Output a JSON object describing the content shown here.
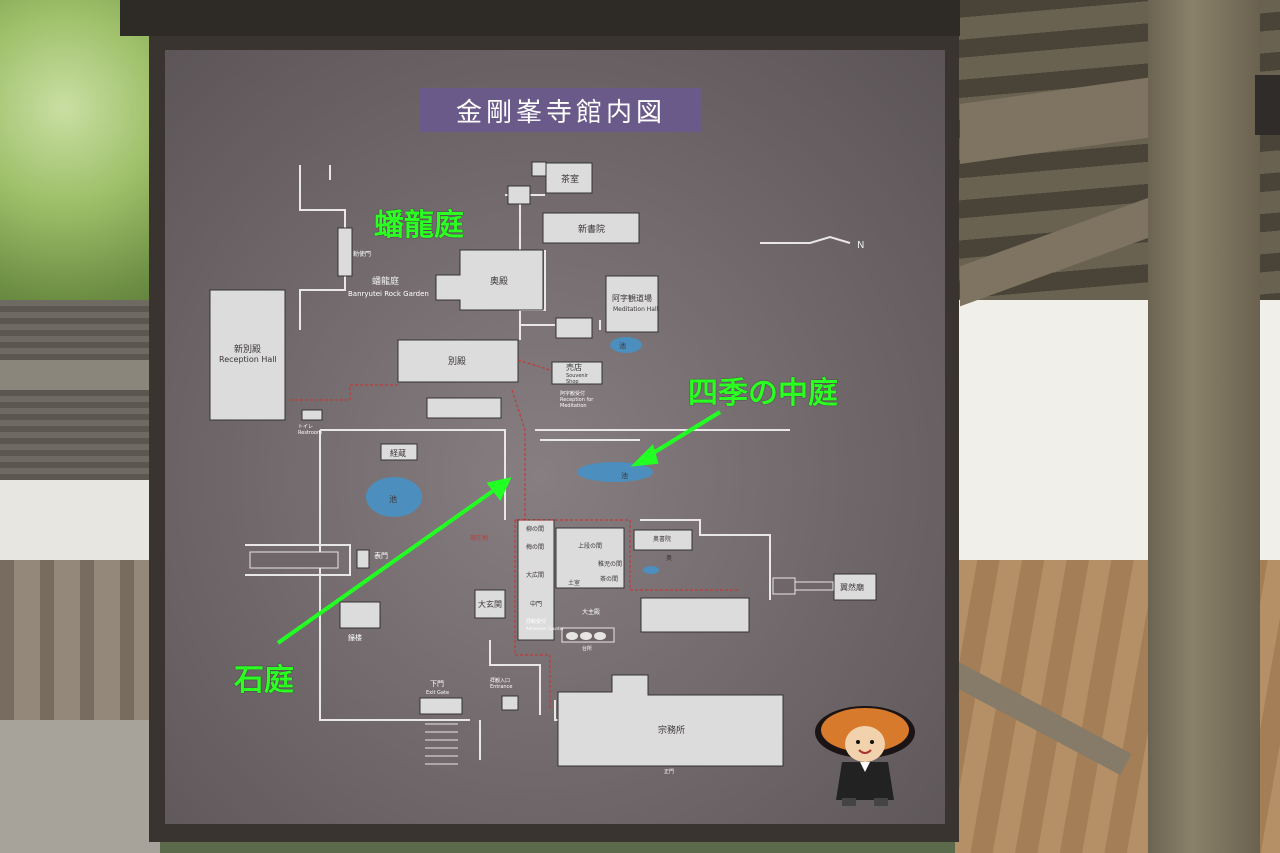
{
  "sign": {
    "title": "金剛峯寺館内図",
    "north_label": "N"
  },
  "annotations": {
    "banryutei": "蟠龍庭",
    "shiki_no_nakaniwa": "四季の中庭",
    "sekitei": "石庭"
  },
  "map_labels": {
    "chashitsu": "茶室",
    "shinshoin": "新書院",
    "okuden": "奥殿",
    "chokushimon": "勅使門",
    "banryutei_jp": "蟠龍庭",
    "banryutei_en": "Banryutei Rock Garden",
    "ajikan_jp": "阿字観道場",
    "ajikan_en": "Meditation Hall",
    "pond": "池",
    "shinbetsuden_jp": "新別殿",
    "shinbetsuden_en": "Reception Hall",
    "betsuden": "別殿",
    "shop_jp": "売店",
    "shop_en1": "Souvenir",
    "shop_en2": "Shop",
    "ajikan_reception_jp": "阿字観受付",
    "ajikan_reception_en1": "Reception for",
    "ajikan_reception_en2": "Meditation",
    "restroom_jp": "トイレ",
    "restroom_en": "Restroom",
    "kyozo": "経蔵",
    "omotemon": "表門",
    "shoro": "鐘楼",
    "daigenkan": "大玄関",
    "shimomon": "下門",
    "shimomon_en": "Exit Gate",
    "entrance_jp": "拝観入口",
    "entrance_en": "Entrance",
    "shumusho": "宗務所",
    "shomon": "正門",
    "okuri": "奥書院",
    "ikenoma": "柳の間",
    "umenoma": "梅の間",
    "taikaku": "大広間",
    "jodan": "上段の間",
    "wakana": "稚児の間",
    "cha": "茶の間",
    "doma": "土室",
    "chumon": "中門",
    "ofukusho": "大主殿",
    "reception_counter": "拝観受付",
    "admission_counter": "Admission Counter",
    "present_location": "現在地",
    "kitchen": "台所",
    "oku": "奥",
    "gozenbyo": "翼然廟"
  }
}
